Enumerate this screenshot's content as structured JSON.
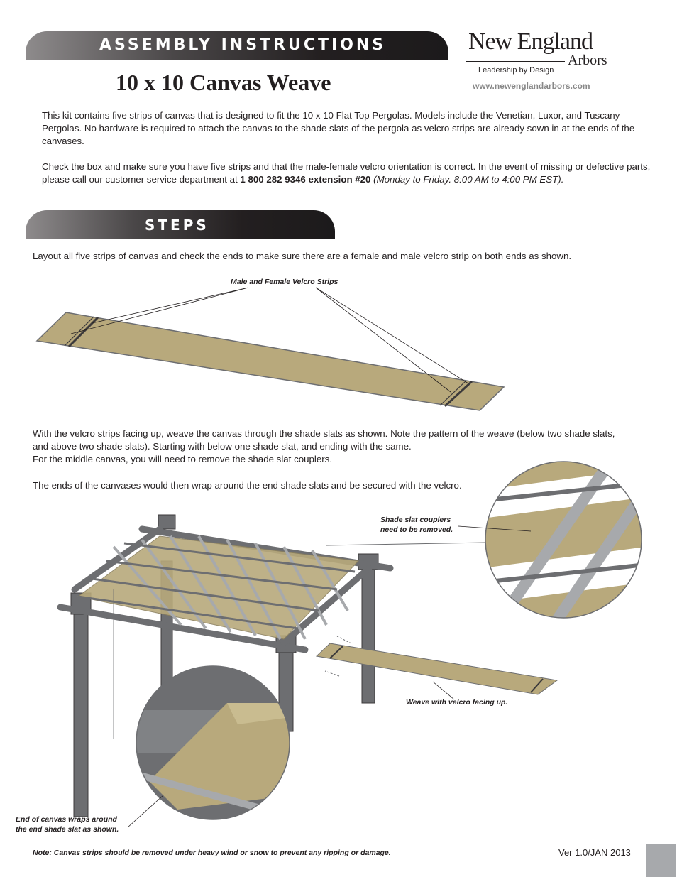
{
  "header": {
    "banner_label": "ASSEMBLY INSTRUCTIONS",
    "title": "10 x 10 Canvas Weave"
  },
  "logo": {
    "name": "New England",
    "sub": "Arbors",
    "tagline": "Leadership by Design",
    "url": "www.newenglandarbors.com"
  },
  "intro": {
    "p1": "This kit contains five strips of canvas that is designed to fit the 10 x 10 Flat Top Pergolas. Models include the Venetian, Luxor, and Tuscany Pergolas. No hardware is required to attach the canvas to the shade slats of the pergola as velcro strips are already sown in at the ends of the canvases.",
    "p2_start": "Check the box and make sure you have five strips and that the male-female velcro orientation is correct. In the event of missing or defective parts, please call our customer service department at ",
    "p2_phone": "1 800 282 9346 extension #20",
    "p2_hours": "(Monday to Friday. 8:00 AM to 4:00 PM EST)."
  },
  "steps": {
    "banner_label": "STEPS",
    "s1": "Layout all five strips of canvas and check the ends to make sure there are a female and male velcro strip on both ends as shown.",
    "s2_l1": "With the velcro strips facing up, weave the canvas through the shade slats as shown. Note the pattern of the weave (below two shade slats,",
    "s2_l2": "and above two shade slats). Starting with below one shade slat, and ending with the same.",
    "s2_l3": "For the middle canvas, you will need to remove the shade slat couplers.",
    "s3": "The ends of the canvases would then wrap around the end shade slats and be secured with the velcro."
  },
  "callouts": {
    "velcro": "Male and Female Velcro Strips",
    "couplers_l1": "Shade slat couplers",
    "couplers_l2": "need to be removed.",
    "weave": "Weave with velcro facing up.",
    "wrap_l1": "End of canvas wraps around",
    "wrap_l2": "the end shade slat as shown."
  },
  "footer": {
    "note": "Note: Canvas strips should be removed under heavy wind or snow to prevent any ripping or damage.",
    "version": "Ver 1.0/JAN 2013"
  },
  "colors": {
    "canvas": "#b8a97c",
    "structure": "#6d6e71",
    "banner_dark": "#231f20"
  }
}
